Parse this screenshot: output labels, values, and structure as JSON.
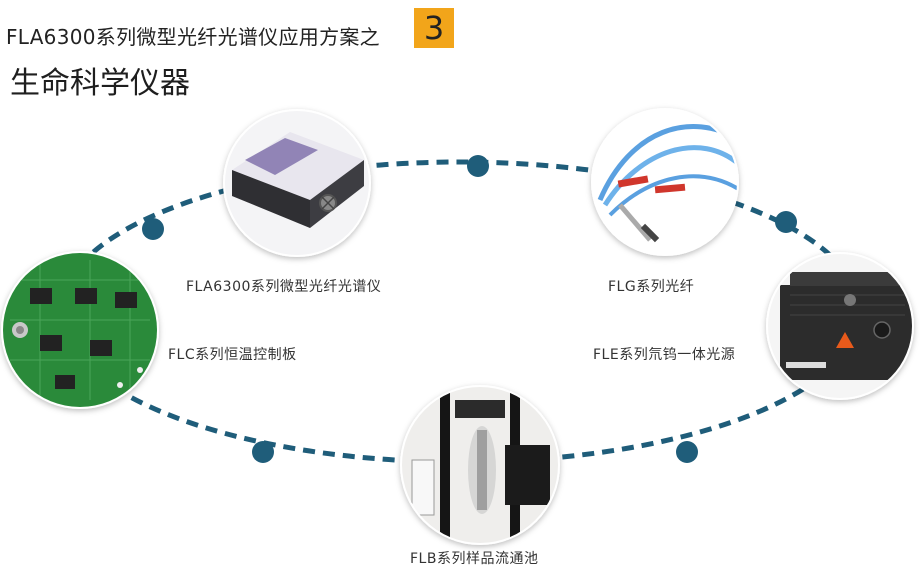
{
  "header": {
    "title": "FLA6300系列微型光纤光谱仪应用方案之",
    "number": "3",
    "subtitle": "生命科学仪器"
  },
  "nodes": [
    {
      "id": "spectrometer",
      "label": "FLA6300系列微型光纤光谱仪",
      "image": "spectrometer-image"
    },
    {
      "id": "fiber",
      "label": "FLG系列光纤",
      "image": "fiber-image"
    },
    {
      "id": "control-board",
      "label": "FLC系列恒温控制板",
      "image": "circuit-board-image"
    },
    {
      "id": "light-source",
      "label": "FLE系列氘钨一体光源",
      "image": "light-source-image"
    },
    {
      "id": "flow-cell",
      "label": "FLB系列样品流通池",
      "image": "flow-cell-image"
    }
  ],
  "colors": {
    "ring": "#1f5d7a",
    "accent": "#f2a51a",
    "board": "#2a8a3a",
    "device_body": "#333333"
  }
}
